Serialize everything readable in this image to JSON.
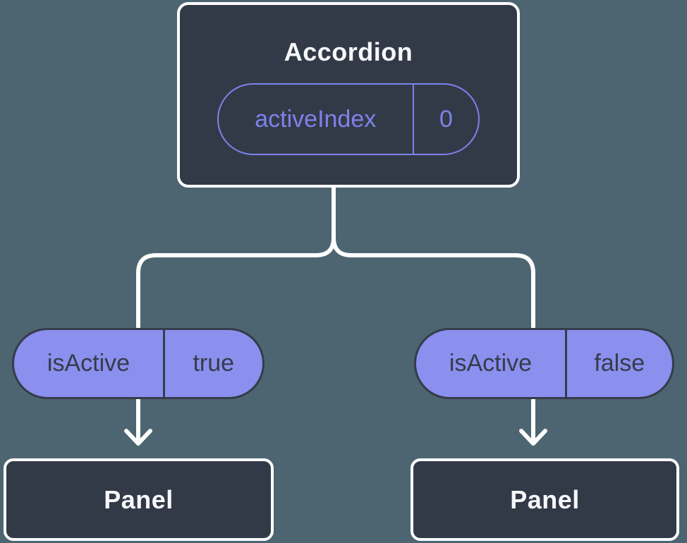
{
  "colors": {
    "background": "#4d6570",
    "node_fill": "#333a47",
    "node_border": "#ffffff",
    "accent_purple": "#7d82ec",
    "pill_fill": "#8b8fee",
    "pill_outline": "#353c4a",
    "connector": "#ffffff",
    "title_text": "#f7f8fa"
  },
  "root_node": {
    "title": "Accordion",
    "prop": {
      "name": "activeIndex",
      "value": "0"
    }
  },
  "children": [
    {
      "prop": {
        "name": "isActive",
        "value": "true"
      },
      "label": "Panel"
    },
    {
      "prop": {
        "name": "isActive",
        "value": "false"
      },
      "label": "Panel"
    }
  ]
}
